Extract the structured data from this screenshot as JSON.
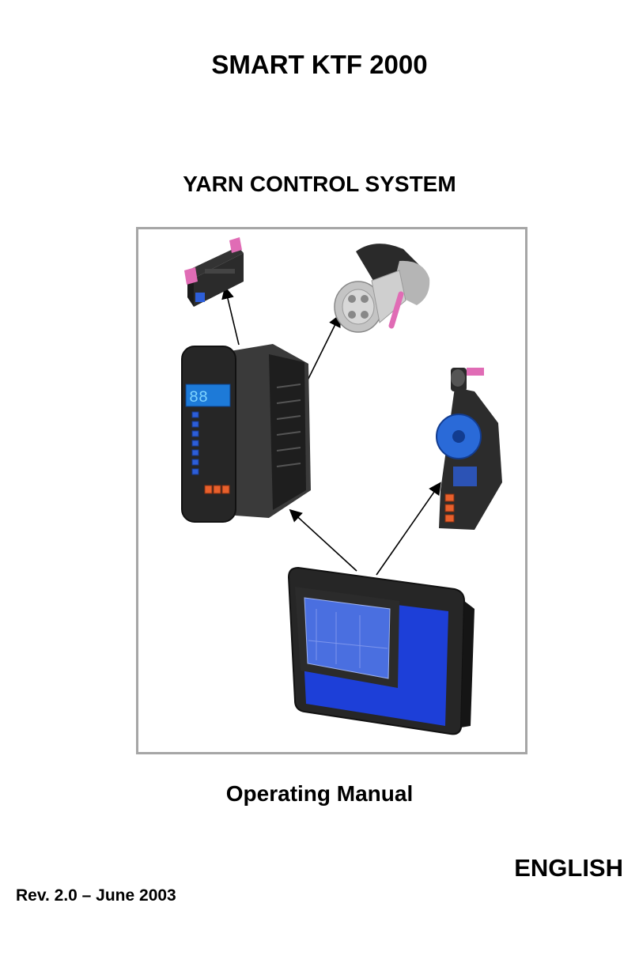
{
  "header": {
    "product_title": "SMART KTF 2000",
    "subtitle": "YARN CONTROL SYSTEM"
  },
  "figure": {
    "components": [
      {
        "icon": "sensor-bracket"
      },
      {
        "icon": "connector-plug"
      },
      {
        "icon": "control-unit"
      },
      {
        "icon": "yarn-sensor-feeder"
      },
      {
        "icon": "display-terminal"
      }
    ],
    "colors": {
      "housing": "#2a2a2a",
      "display_blue": "#1d3fd8",
      "accent_pink": "#e06cb5",
      "button_orange": "#e8602c",
      "frame": "#a6a6a6"
    }
  },
  "footer": {
    "manual_label": "Operating Manual",
    "language": "ENGLISH",
    "revision": "Rev. 2.0 – June 2003"
  }
}
